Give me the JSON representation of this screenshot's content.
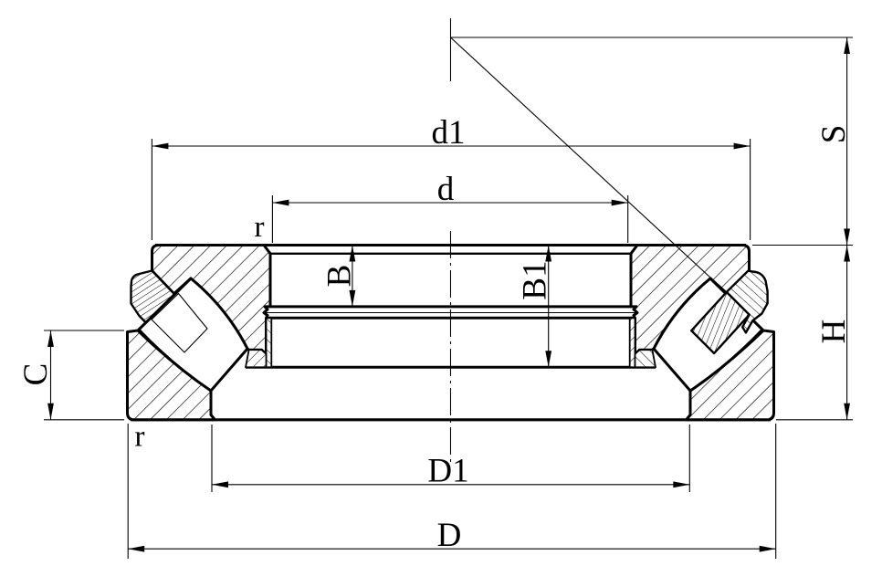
{
  "drawing": {
    "type": "engineering-section-diagram",
    "subject": "spherical roller thrust bearing cross-section",
    "background_color": "#ffffff",
    "line_color": "#000000",
    "labels": {
      "d1": "d1",
      "d": "d",
      "D1": "D1",
      "D": "D",
      "S": "S",
      "H": "H",
      "C": "C",
      "B": "B",
      "B1": "B1",
      "r_top": "r",
      "r_bottom": "r"
    }
  }
}
